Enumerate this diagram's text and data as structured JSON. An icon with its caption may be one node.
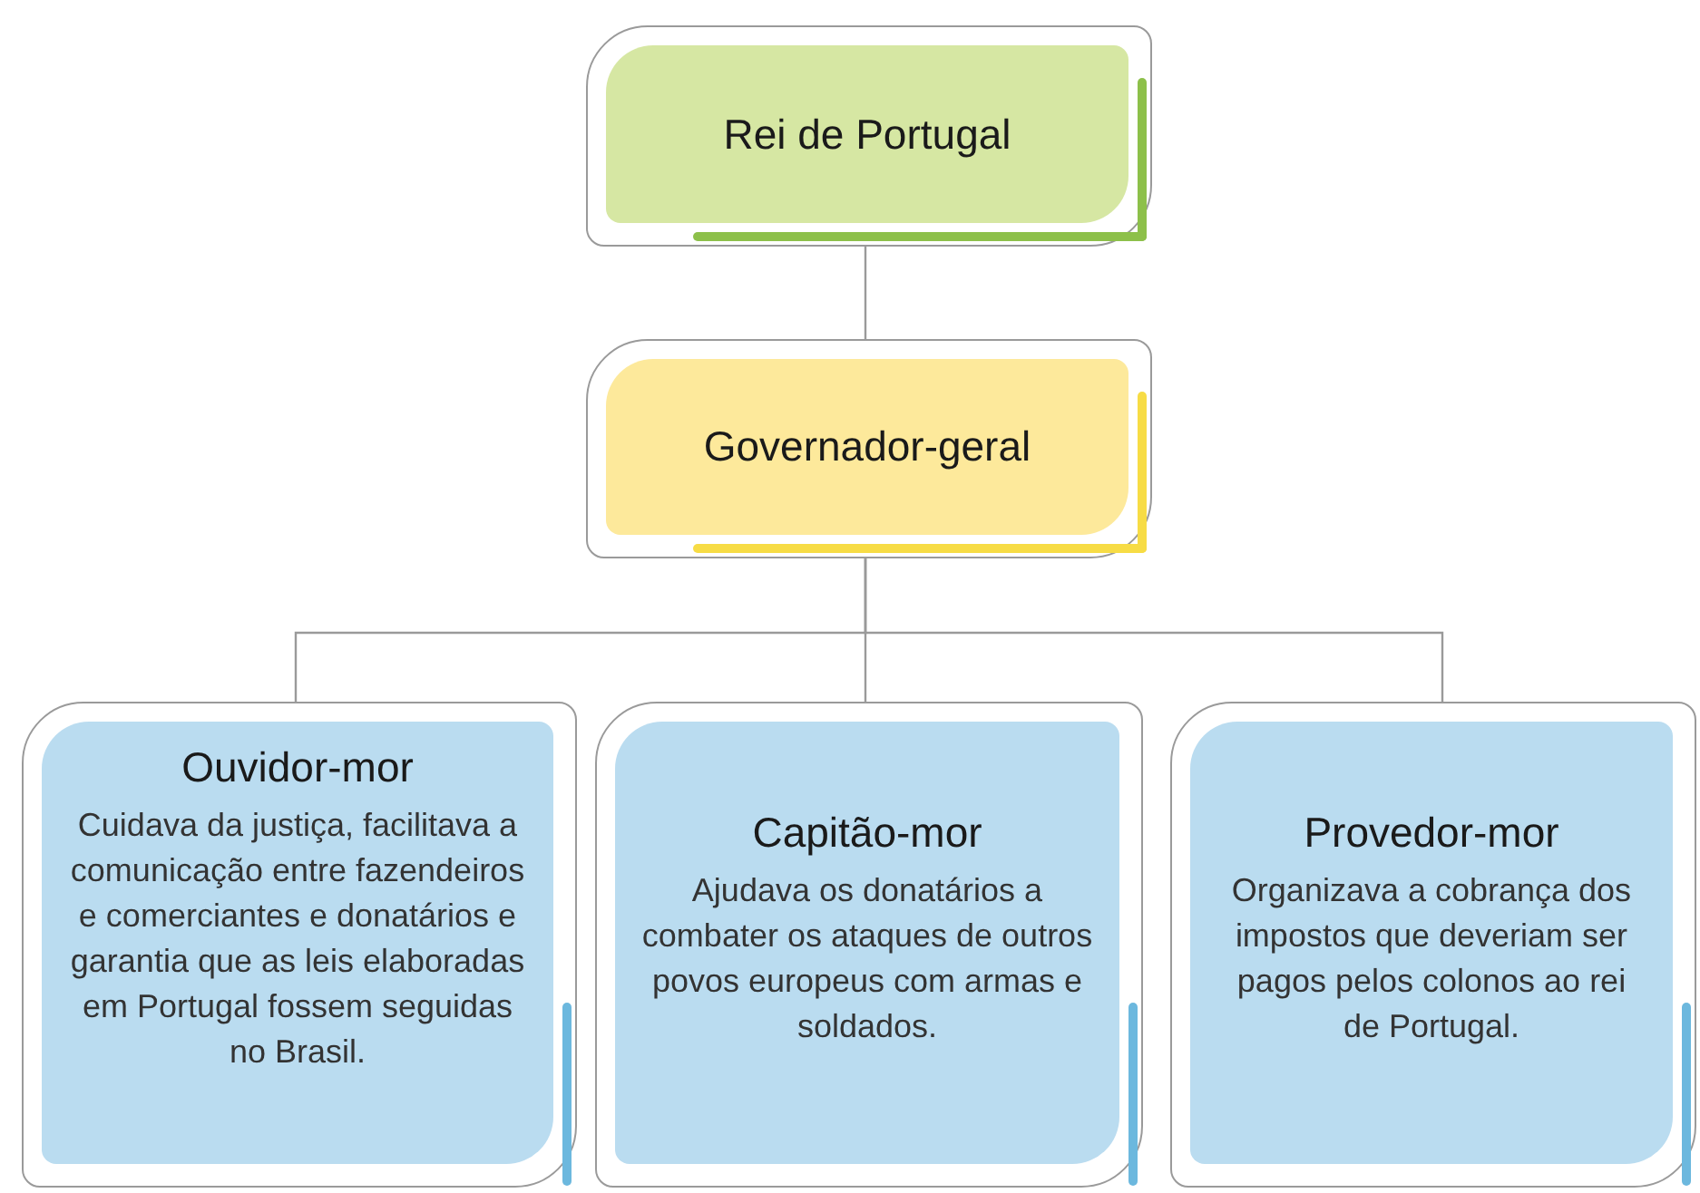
{
  "diagram": {
    "nodes": [
      {
        "text": [
          "Rei de Portugal"
        ]
      },
      {
        "text": [
          "Governador-geral"
        ]
      },
      {
        "text": [
          "Ouvidor-mor",
          "Cuidava da justiça, facilitava a comunicação entre fazendeiros e comerciantes e donatários e garantia que as leis elaboradas em Portugal fossem seguidas no Brasil."
        ]
      },
      {
        "text": [
          "Capitão-mor",
          "Ajudava os donatários a combater os ataques de outros povos europeus com armas e soldados."
        ]
      },
      {
        "text": [
          "Provedor-mor",
          "Organizava a cobrança dos impostos que deveriam ser pagos pelos colonos ao rei de Portugal."
        ]
      }
    ],
    "edges": [
      {
        "from": 0,
        "to": 1,
        "arrow": "none"
      },
      {
        "from": 1,
        "to": 2,
        "arrow": "none"
      },
      {
        "from": 1,
        "to": 3,
        "arrow": "none"
      },
      {
        "from": 1,
        "to": 4,
        "arrow": "none"
      }
    ]
  }
}
